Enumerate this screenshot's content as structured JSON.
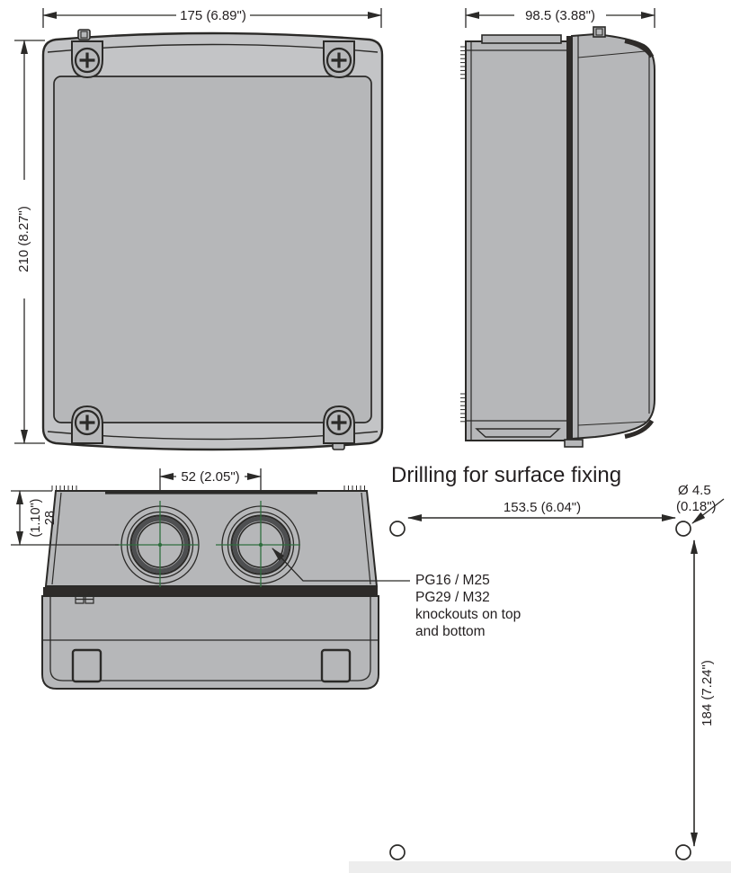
{
  "front_view": {
    "width_dim": "175 (6.89\")",
    "height_dim": "210 (8.27\")"
  },
  "side_view": {
    "depth_dim": "98.5 (3.88\")"
  },
  "top_view": {
    "knockout_spacing_dim": "52 (2.05\")",
    "edge_offset_dim_mm": "28",
    "edge_offset_dim_in": "(1.10\")"
  },
  "drilling": {
    "title": "Drilling for surface fixing",
    "hole_spacing_h": "153.5 (6.04\")",
    "hole_spacing_v": "184 (7.24\")",
    "hole_diameter_line1": "Ø 4.5",
    "hole_diameter_line2": "(0.18\")"
  },
  "notes": {
    "knockout": [
      "PG16 / M25",
      "PG29 / M32",
      "knockouts on top",
      "and bottom"
    ]
  },
  "colors": {
    "outline": "#2b2a28",
    "body_gray": "#b6b7b9",
    "rim_gray": "#c3c4c6",
    "dark_fill": "#2e2b29",
    "knockout_ring": "#4e4f51",
    "centerline_green": "#2f6e3e",
    "text": "#231f20",
    "footer_strip": "#ededed"
  }
}
